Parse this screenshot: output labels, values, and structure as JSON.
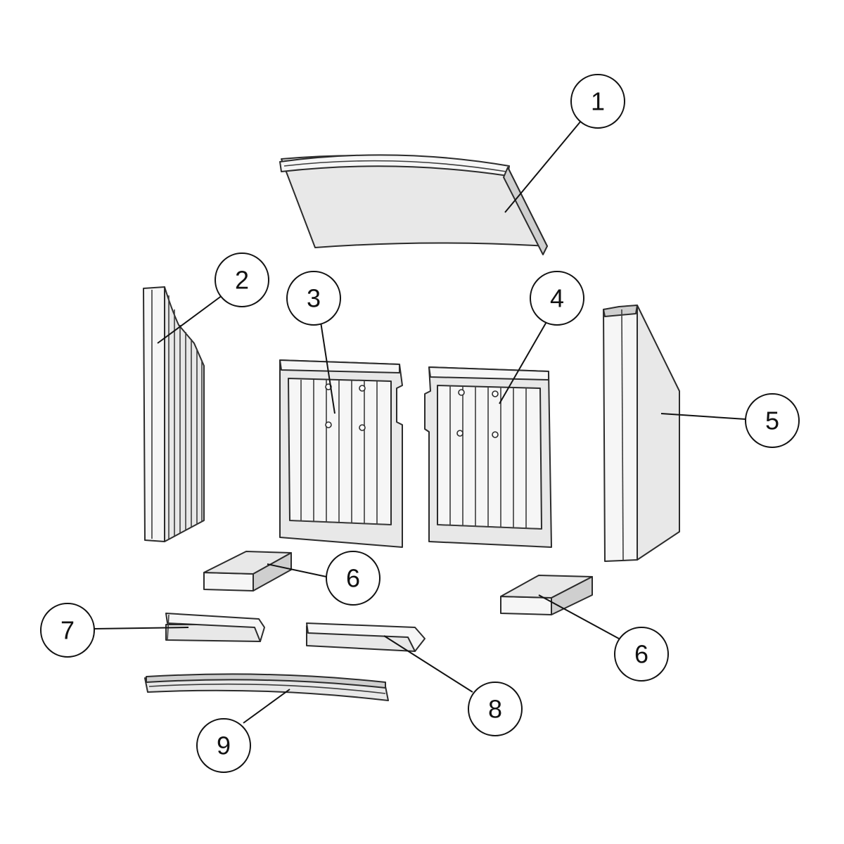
{
  "callouts": [
    {
      "id": "c1",
      "label": "1"
    },
    {
      "id": "c2",
      "label": "2"
    },
    {
      "id": "c3",
      "label": "3"
    },
    {
      "id": "c4",
      "label": "4"
    },
    {
      "id": "c5",
      "label": "5"
    },
    {
      "id": "c6a",
      "label": "6"
    },
    {
      "id": "c6b",
      "label": "6"
    },
    {
      "id": "c7",
      "label": "7"
    },
    {
      "id": "c8",
      "label": "8"
    },
    {
      "id": "c9",
      "label": "9"
    }
  ]
}
